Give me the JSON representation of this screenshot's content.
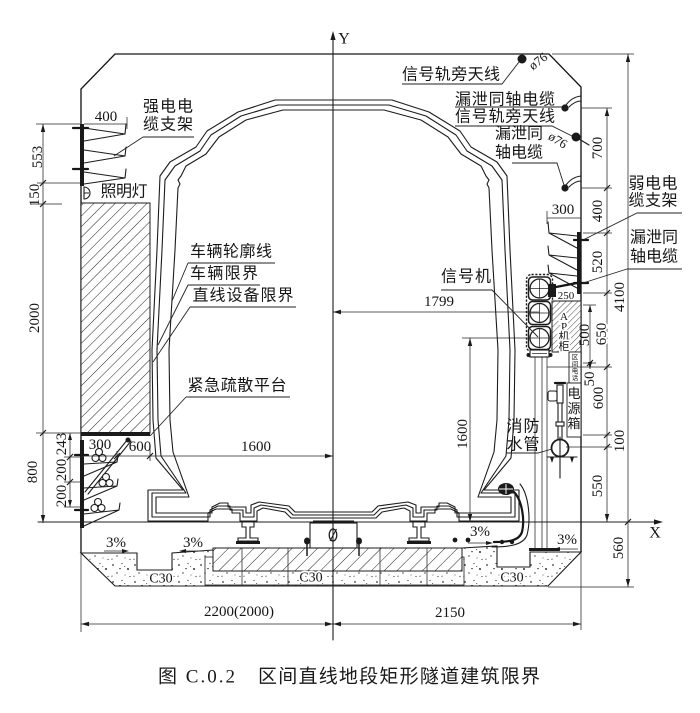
{
  "figure": {
    "caption_number": "图 C.0.2",
    "caption_title": "区间直线地段矩形隧道建筑限界"
  },
  "axes": {
    "x_label": "X",
    "y_label": "Y"
  },
  "labels": {
    "strong_current_cable_bracket": [
      "强电电",
      "缆支架"
    ],
    "lighting_lamp": "照明灯",
    "vehicle_contour_line": "车辆轮廓线",
    "vehicle_gauge": "车辆限界",
    "straight_equipment_gauge": "直线设备限界",
    "emergency_evacuation_platform": "紧急疏散平台",
    "signal_trackside_antenna_top": "信号轨旁天线",
    "leaky_coaxial_cable_top": "漏泄同轴电缆",
    "signal_trackside_antenna_wall": "信号轨旁天线",
    "leaky_coaxial_cable_wall": [
      "漏泄同",
      "轴电缆"
    ],
    "weak_current_cable_bracket": [
      "弱电电",
      "缆支架"
    ],
    "leaky_coaxial_cable_bracket": [
      "漏泄同",
      "轴电缆"
    ],
    "signal_machine": "信号机",
    "ap_cabinet": "AP机柜",
    "section_telephone": "区间电话",
    "power_box": "电源箱",
    "fire_water_pipe": [
      "消防",
      "水管"
    ],
    "antenna_diameter": [
      "ø76",
      "ø76"
    ],
    "concrete_grade": [
      "C30",
      "C30",
      "C30"
    ],
    "cross_slope": [
      "3%",
      "3%",
      "3%",
      "3%"
    ]
  },
  "dimensions": {
    "left": {
      "cable_bracket_width": "400",
      "cable_bracket_height": "553",
      "lamp_zone_height": "150",
      "hatched_zone_height": "2000",
      "platform_height": "800",
      "platform_bracket_spacing": [
        "243",
        "200",
        "200"
      ],
      "platform_bracket_width": "300",
      "platform_width": "600",
      "platform_edge_to_centerline": "1600"
    },
    "right": {
      "signal_offset_from_centerline": "1799",
      "signal_height_above_rail": "1600",
      "cable_bracket_width": "300",
      "signal_bracket_offset": "250",
      "height_chain": [
        "700",
        "400",
        "520",
        "650",
        "600",
        "100",
        "550"
      ],
      "ap_cabinet_height": "500",
      "ap_cabinet_gap": "50",
      "rail_to_ceiling": "4100",
      "rail_to_slab_bottom": "560"
    },
    "bottom": {
      "left_half_width": "2200(2000)",
      "right_half_width": "2150"
    }
  }
}
